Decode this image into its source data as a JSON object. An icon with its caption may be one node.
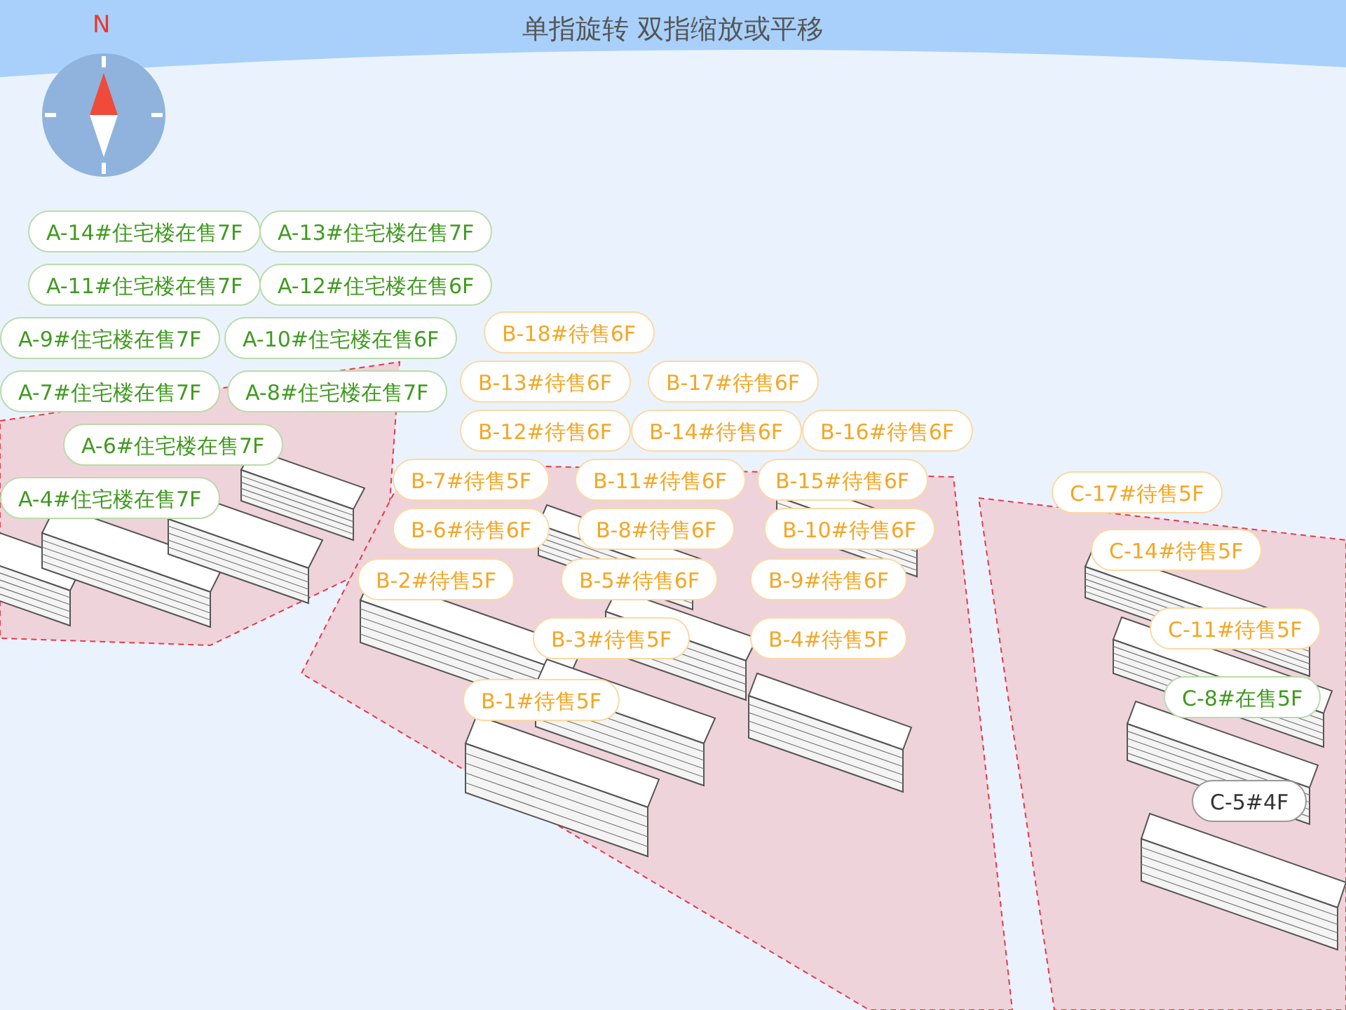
{
  "diagram": {
    "title": "单指旋转 双指缩放或平移",
    "nodes": [
      {
        "text": [
          "A-13#住宅楼在售7F"
        ]
      },
      {
        "text": [
          "A-14#住宅楼在售7F"
        ]
      },
      {
        "text": [
          "A-11#住宅楼在售7F"
        ]
      },
      {
        "text": [
          "A-12#住宅楼在售6F"
        ]
      },
      {
        "text": [
          "A-9#住宅楼在售7F"
        ]
      },
      {
        "text": [
          "A-10#住宅楼在售6F"
        ]
      },
      {
        "text": [
          "B-18#待售6F"
        ]
      },
      {
        "text": [
          "A-7#住宅楼在售7F"
        ]
      },
      {
        "text": [
          "A-8#住宅楼在售7F"
        ]
      },
      {
        "text": [
          "B-13#待售6F"
        ]
      },
      {
        "text": [
          "B-17#待售6F"
        ]
      },
      {
        "text": [
          "B-12#待售6F"
        ]
      },
      {
        "text": [
          "B-14#待售6F"
        ]
      },
      {
        "text": [
          "B-16#待售6F"
        ]
      },
      {
        "text": [
          "A-6#住宅楼在售7F"
        ]
      },
      {
        "text": [
          "B-7#待售5F"
        ]
      },
      {
        "text": [
          "B-11#待售6F"
        ]
      },
      {
        "text": [
          "B-15#待售6F"
        ]
      },
      {
        "text": [
          "C-17#待售5F"
        ]
      },
      {
        "text": [
          "A-4#住宅楼在售7F"
        ]
      },
      {
        "text": [
          "B-6#待售6F"
        ]
      },
      {
        "text": [
          "B-8#待售6F"
        ]
      },
      {
        "text": [
          "B-10#待售6F"
        ]
      },
      {
        "text": [
          "C-14#待售5F"
        ]
      },
      {
        "text": [
          "B-2#待售5F"
        ]
      },
      {
        "text": [
          "B-5#待售6F"
        ]
      },
      {
        "text": [
          "B-9#待售6F"
        ]
      },
      {
        "text": [
          "C-11#待售5F"
        ]
      },
      {
        "text": [
          "B-3#待售5F"
        ]
      },
      {
        "text": [
          "B-4#待售5F"
        ]
      },
      {
        "text": [
          "C-8#在售5F"
        ]
      },
      {
        "text": [
          "B-1#待售5F"
        ]
      },
      {
        "text": [
          "C-5#4F"
        ]
      }
    ],
    "labels": [
      "N"
    ]
  }
}
